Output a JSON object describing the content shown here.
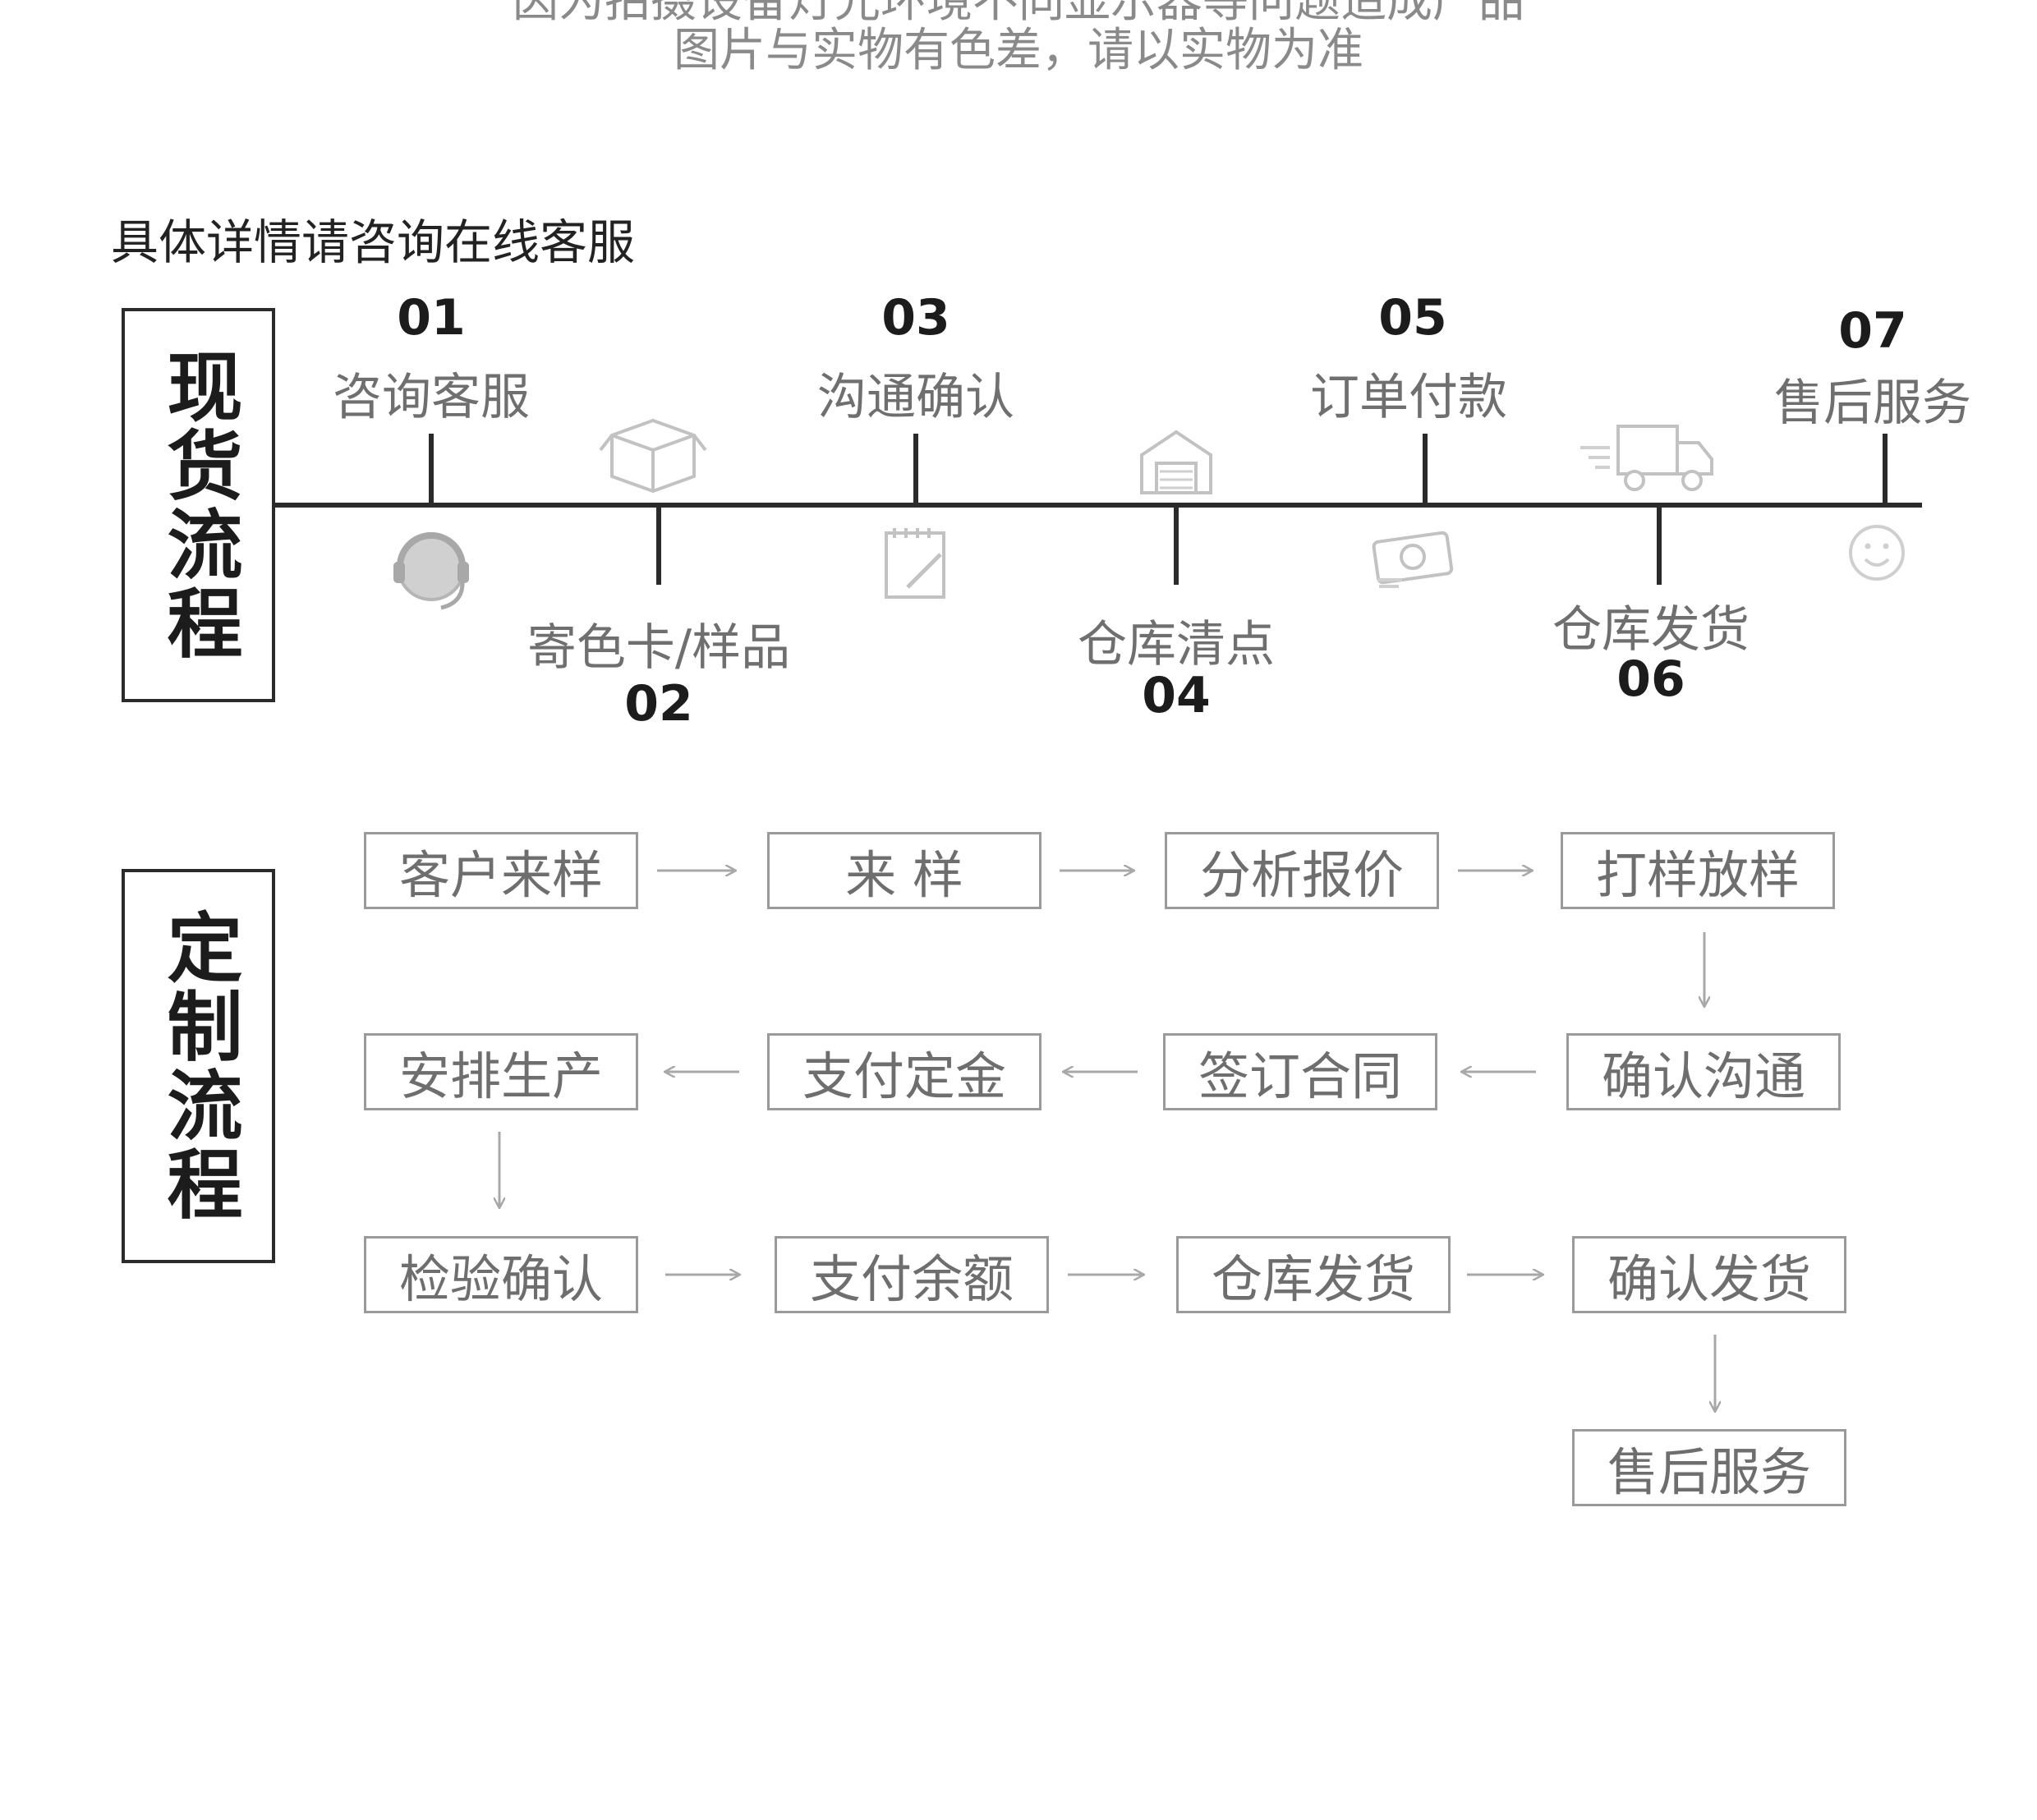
{
  "notice": {
    "line1": "因为拍摄设备灯光环境不同显示器等问题造成产品",
    "line2": "图片与实物有色差，请以实物为准"
  },
  "consult_text": "具体详情请咨询在线客服",
  "stock_process": {
    "title": "现货流程",
    "steps": [
      {
        "num": "01",
        "label": "咨询客服",
        "icon": "headset-icon"
      },
      {
        "num": "02",
        "label": "寄色卡/样品",
        "icon": "box-icon"
      },
      {
        "num": "03",
        "label": "沟通确认",
        "icon": "notepad-icon"
      },
      {
        "num": "04",
        "label": "仓库清点",
        "icon": "warehouse-icon"
      },
      {
        "num": "05",
        "label": "订单付款",
        "icon": "money-icon"
      },
      {
        "num": "06",
        "label": "仓库发货",
        "icon": "truck-icon"
      },
      {
        "num": "07",
        "label": "售后服务",
        "icon": "smiley-icon"
      }
    ]
  },
  "custom_process": {
    "title": "定制流程",
    "row1": [
      "客户来样",
      "来 样",
      "分析报价",
      "打样放样"
    ],
    "row2": [
      "安排生产",
      "支付定金",
      "签订合同",
      "确认沟通"
    ],
    "row3": [
      "检验确认",
      "支付余额",
      "仓库发货",
      "确认发货"
    ],
    "final": "售后服务"
  },
  "colors": {
    "line": "#2b2b2b",
    "box_border": "#9a9a9a",
    "label_gray": "#6f6f6f",
    "icon_gray": "#b5b5b5"
  }
}
